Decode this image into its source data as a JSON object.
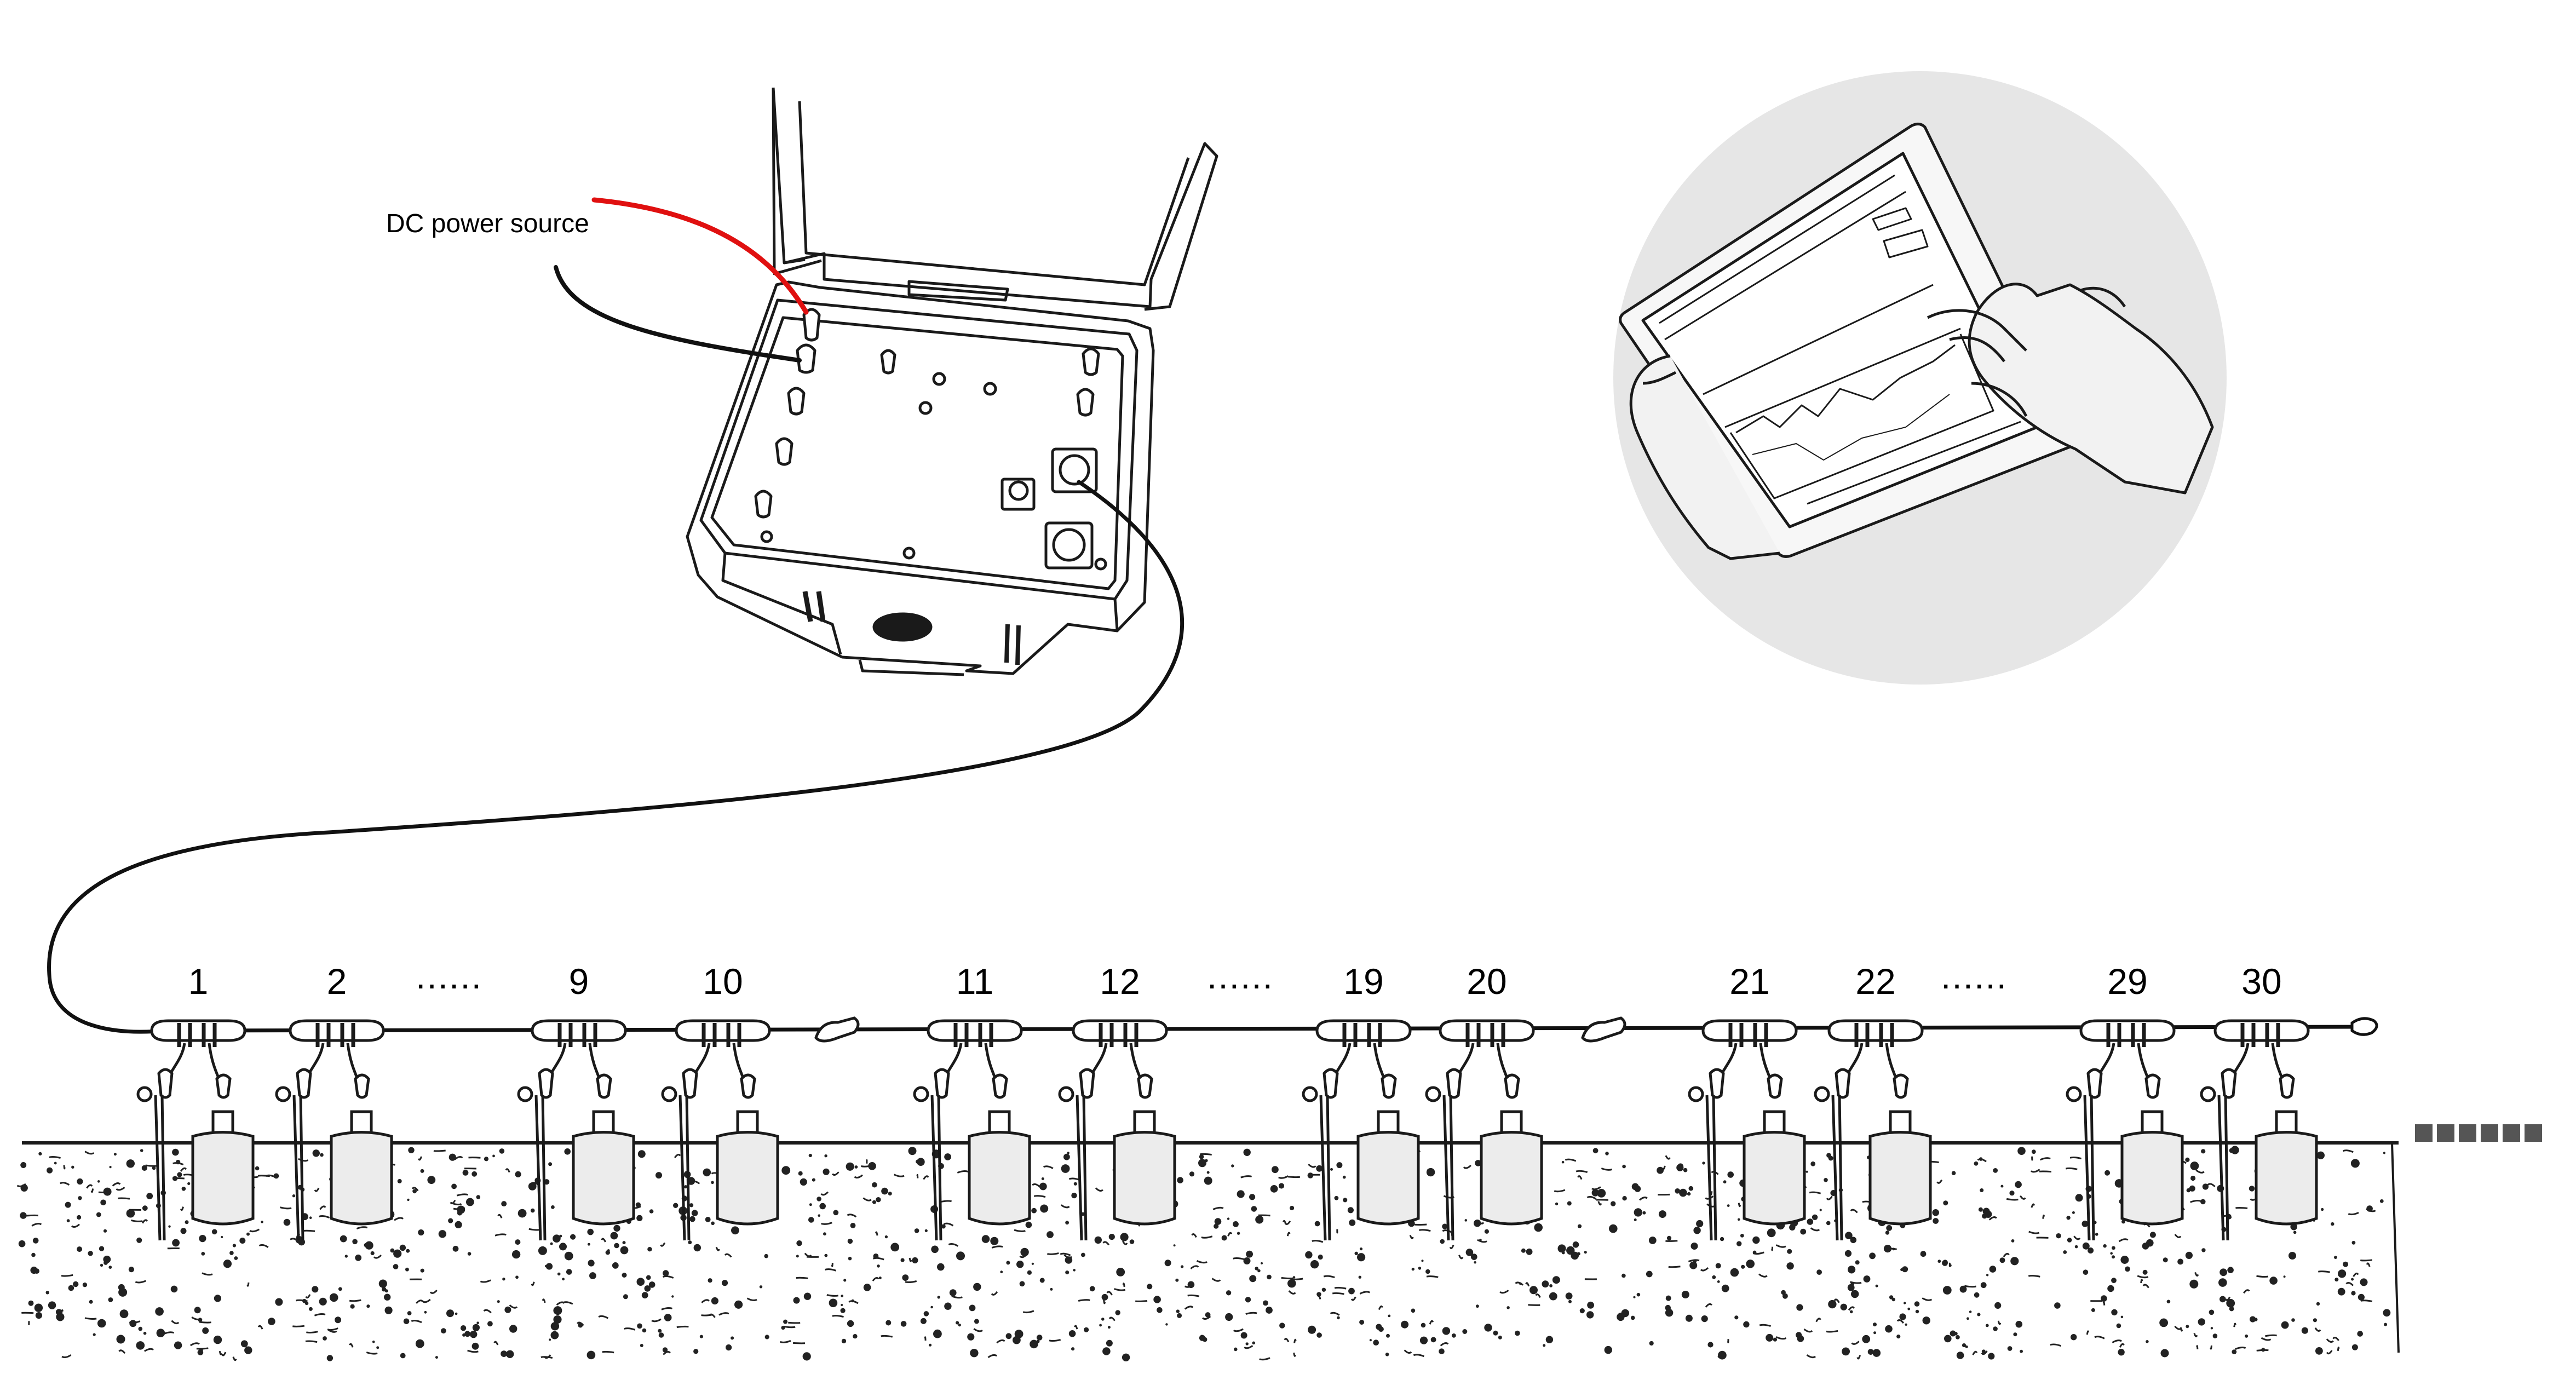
{
  "labels": {
    "power_source": "DC power source",
    "ellipsis": "......"
  },
  "electrodes": [
    {
      "label": "1"
    },
    {
      "label": "2"
    },
    {
      "label": "9"
    },
    {
      "label": "10"
    },
    {
      "label": "11"
    },
    {
      "label": "12"
    },
    {
      "label": "19"
    },
    {
      "label": "20"
    },
    {
      "label": "21"
    },
    {
      "label": "22"
    },
    {
      "label": "29"
    },
    {
      "label": "30"
    }
  ],
  "colors": {
    "positive_wire": "#e01010",
    "negative_wire": "#111111",
    "line": "#1a1a1a",
    "soil_speckle": "#222222",
    "tablet_backdrop": "#e6e6e6",
    "continuation_blocks": "#555555"
  },
  "icons": {
    "acquisition_unit": "field-case-icon",
    "controller": "tablet-icon",
    "sensor": "electrode-stake-icon"
  }
}
